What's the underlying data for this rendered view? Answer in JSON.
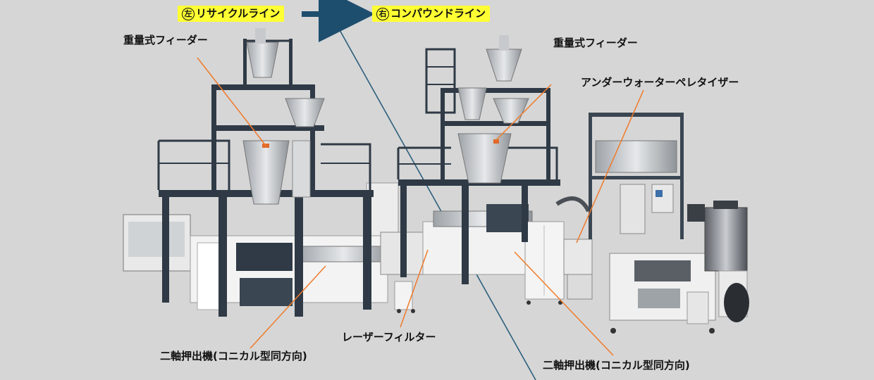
{
  "header": {
    "left_line": {
      "mark": "左",
      "text": "リサイクルライン"
    },
    "right_line": {
      "mark": "右",
      "text": "コンパウンドライン"
    }
  },
  "labels": {
    "feeder_left": "重量式フィーダー",
    "feeder_right": "重量式フィーダー",
    "pelletizer": "アンダーウォーターペレタイザー",
    "laser_filter": "レーザーフィルター",
    "extruder_left": "二軸押出機(コニカル型同方向)",
    "extruder_right": "二軸押出機(コニカル型同方向)"
  },
  "colors": {
    "background": "#d6d6d6",
    "highlight": "#ffff33",
    "leader_line": "#f07a2a",
    "arrow": "#1e4e6e",
    "frame": "#2f3a46",
    "machine": "#f2f2f2",
    "steel": "#b5b8bb"
  }
}
